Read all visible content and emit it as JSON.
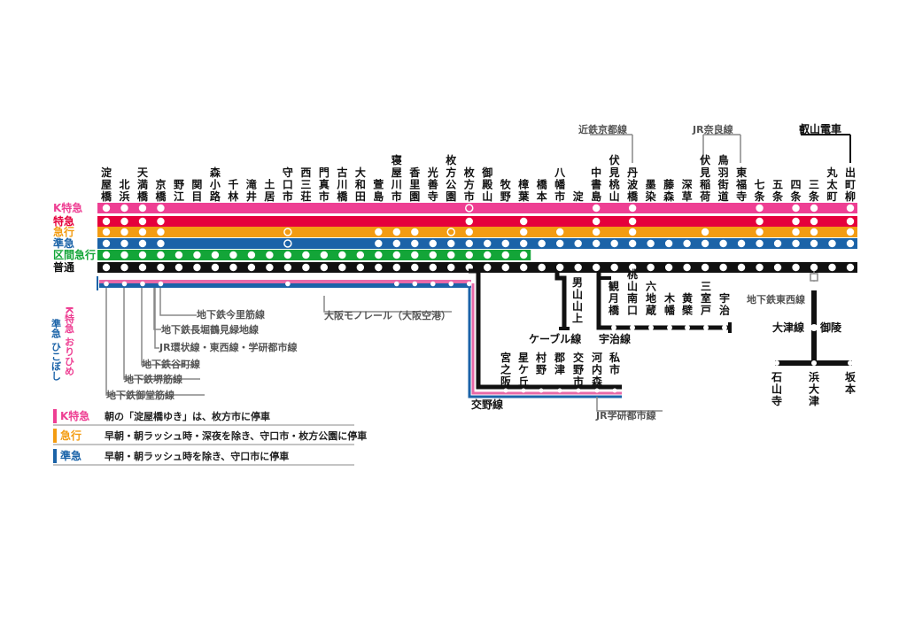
{
  "colors": {
    "k_limited": "#ee3f93",
    "limited": "#e5003c",
    "express": "#f39c12",
    "semi_express": "#1b63a8",
    "sub_express": "#13a538",
    "local": "#111111",
    "oribime": "#e869a7",
    "gray": "#888888"
  },
  "services": [
    {
      "key": "k",
      "label": "K特急",
      "color": "#ee3f93"
    },
    {
      "key": "ltd",
      "label": "特急",
      "color": "#e5003c"
    },
    {
      "key": "exp",
      "label": "急行",
      "color": "#f39c12"
    },
    {
      "key": "semi",
      "label": "準急",
      "color": "#1b63a8"
    },
    {
      "key": "sub",
      "label": "区間急行",
      "color": "#13a538"
    },
    {
      "key": "local",
      "label": "普通",
      "color": "#111111"
    }
  ],
  "main_stations": [
    "淀屋橋",
    "北浜",
    "天満橋",
    "京橋",
    "野江",
    "関目",
    "森小路",
    "千林",
    "滝井",
    "土居",
    "守口市",
    "西三荘",
    "門真市",
    "古川橋",
    "大和田",
    "萱島",
    "寝屋川市",
    "香里園",
    "光善寺",
    "枚方公園",
    "枚方市",
    "御殿山",
    "牧野",
    "樟葉",
    "橋本",
    "八幡市",
    "淀",
    "中書島",
    "伏見桃山",
    "丹波橋",
    "墨染",
    "藤森",
    "深草",
    "伏見稲荷",
    "鳥羽街道",
    "東福寺",
    "七条",
    "五条",
    "四条",
    "三条",
    "丸太町",
    "出町柳"
  ],
  "oribime": {
    "label_top": "準急 ひこぼし",
    "label_bottom": "K特急 おりひめ"
  },
  "katano_line": {
    "name": "交野線",
    "stations": [
      "宮之阪",
      "星ケ丘",
      "村野",
      "郡津",
      "交野市",
      "河内森",
      "私市"
    ]
  },
  "cable_line": {
    "name": "ケーブル線",
    "stations": [
      "男山山上"
    ]
  },
  "uji_line": {
    "name": "宇治線",
    "stations": [
      "観月橋",
      "桃山南口",
      "六地蔵",
      "木幡",
      "黄檗",
      "三室戸",
      "宇治"
    ]
  },
  "otsu_line": {
    "name": "大津線",
    "junction": "御陵",
    "stations": [
      "石山寺",
      "浜大津",
      "坂本"
    ]
  },
  "connections_top": {
    "kintetsu": "近鉄京都線",
    "jr_nara": "JR奈良線",
    "eizan": "叡山電車"
  },
  "connections_bottom": [
    "地下鉄今里筋線",
    "地下鉄長堀鶴見緑地線",
    "JR環状線・東西線・学研都市線",
    "地下鉄谷町線",
    "地下鉄堺筋線",
    "地下鉄御堂筋線"
  ],
  "monorail": "大阪モノレール（大阪空港）",
  "jr_gakken": "JR学研都市線",
  "tozai_subway": "地下鉄東西線",
  "notes": [
    {
      "service": "K特急",
      "text": "朝の「淀屋橋ゆき」は、枚方市に停車",
      "color": "#ee3f93"
    },
    {
      "service": "急行",
      "text": "早朝・朝ラッシュ時・深夜を除き、守口市・枚方公園に停車",
      "color": "#f39c12"
    },
    {
      "service": "準急",
      "text": "早朝・朝ラッシュ時を除き、守口市に停車",
      "color": "#1b63a8"
    }
  ]
}
